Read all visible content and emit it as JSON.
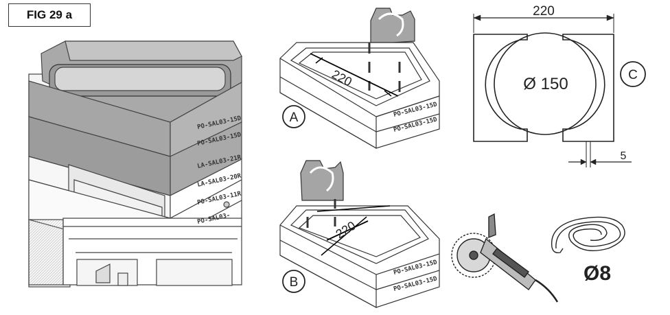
{
  "figure_label": "FIG 29 a",
  "stove": {
    "labels": [
      "PO-SAL03-15D",
      "PO-SAL03-15D",
      "LA-SAL03-21R",
      "LA-SAL03-20R",
      "PO-SAL03-11R",
      "PO-SAL03-"
    ]
  },
  "detail_a": {
    "callout": "A",
    "dimension": "220",
    "labels": [
      "PO-SAL03-15D",
      "PO-SAL03-15D"
    ]
  },
  "detail_b": {
    "callout": "B",
    "dimension": "220",
    "labels": [
      "PO-SAL03-15D",
      "PO-SAL03-15D"
    ]
  },
  "detail_c": {
    "callout": "C",
    "width": "220",
    "diameter": "Ø 150",
    "gap": "5"
  },
  "rope": {
    "diameter": "Ø8"
  }
}
